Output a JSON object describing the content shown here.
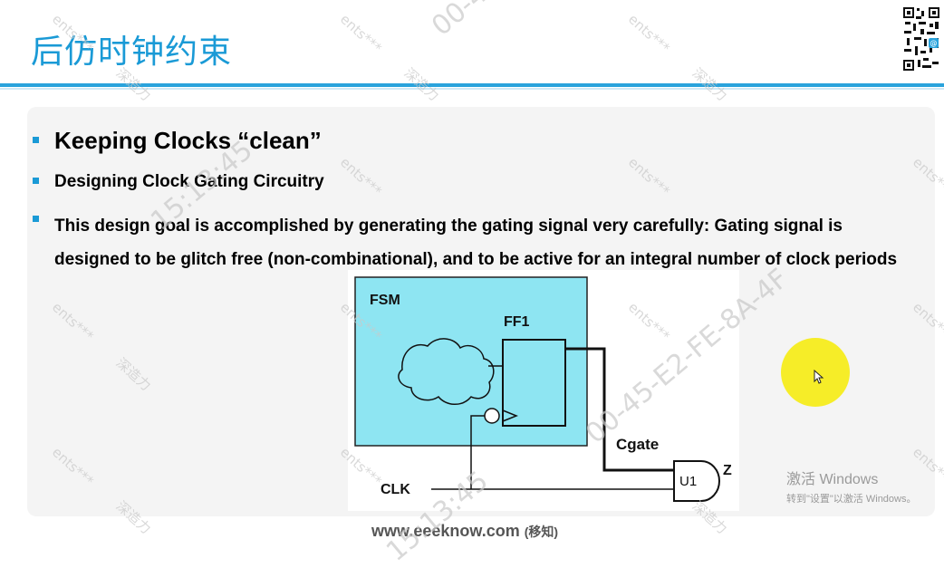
{
  "slide": {
    "title": "后仿时钟约束",
    "bullets": [
      "Keeping Clocks “clean”",
      "Designing Clock Gating Circuitry",
      "This design goal is accomplished by generating the gating signal very carefully: Gating signal is designed to be glitch free (non-combinational), and to be active for an integral number of clock periods"
    ],
    "footer": {
      "site": "www.eeeknow.com",
      "note": "(移知)"
    }
  },
  "diagram": {
    "fsm_label": "FSM",
    "ff_label": "FF1",
    "cgate_label": "Cgate",
    "clk_label": "CLK",
    "gate_label": "U1",
    "out_label": "Z"
  },
  "overlay": {
    "activate_line1": "激活 Windows",
    "activate_line2": "转到\"设置\"以激活 Windows。",
    "watermarks": [
      "ents***",
      "深造力",
      "00-45-E2-FE-8A-4F",
      "15:13:45"
    ]
  },
  "colors": {
    "accent": "#1a9ad6",
    "fsm_fill": "#8ee5f2",
    "highlight": "#f5ec1c"
  }
}
